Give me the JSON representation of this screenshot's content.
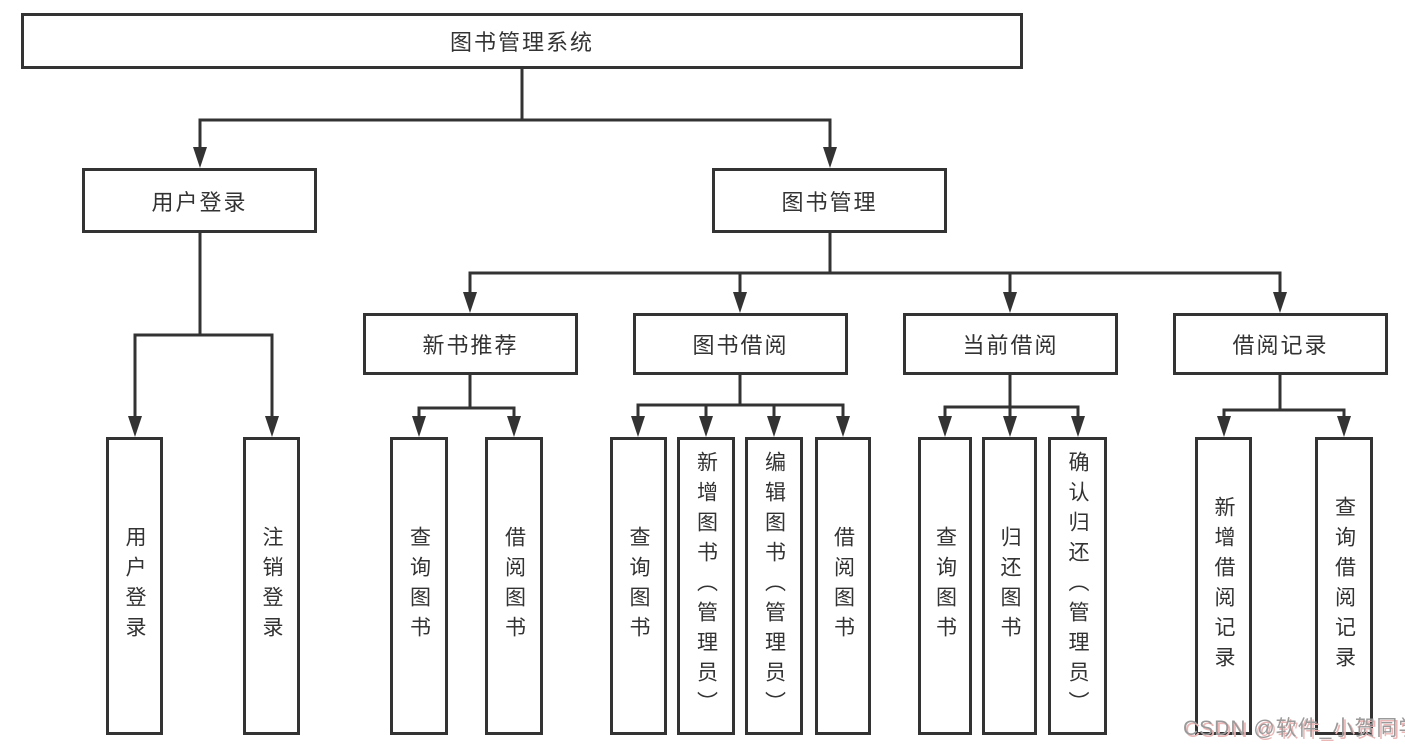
{
  "diagram": {
    "title": "图书管理系统",
    "type": "functional-structure-tree",
    "nodes": {
      "root": {
        "label": "图书管理系统"
      },
      "user_login": {
        "label": "用户登录"
      },
      "book_mgmt": {
        "label": "图书管理"
      },
      "new_book_rec": {
        "label": "新书推荐"
      },
      "book_borrow": {
        "label": "图书借阅"
      },
      "current_borrow": {
        "label": "当前借阅"
      },
      "borrow_records": {
        "label": "借阅记录"
      },
      "a1": {
        "label": "用户登录"
      },
      "a2": {
        "label": "注销登录"
      },
      "b1": {
        "label": "查询图书"
      },
      "b2": {
        "label": "借阅图书"
      },
      "c1": {
        "label": "查询图书"
      },
      "c2": {
        "label": "新增图书（管理员）"
      },
      "c3": {
        "label": "编辑图书（管理员）"
      },
      "c4": {
        "label": "借阅图书"
      },
      "d1": {
        "label": "查询图书"
      },
      "d2": {
        "label": "归还图书"
      },
      "d3": {
        "label": "确认归还（管理员）"
      },
      "e1": {
        "label": "新增借阅记录"
      },
      "e2": {
        "label": "查询借阅记录"
      }
    },
    "hierarchy": {
      "root": [
        "user_login",
        "book_mgmt"
      ],
      "user_login": [
        "a1",
        "a2"
      ],
      "book_mgmt": [
        "new_book_rec",
        "book_borrow",
        "current_borrow",
        "borrow_records"
      ],
      "new_book_rec": [
        "b1",
        "b2"
      ],
      "book_borrow": [
        "c1",
        "c2",
        "c3",
        "c4"
      ],
      "current_borrow": [
        "d1",
        "d2",
        "d3"
      ],
      "borrow_records": [
        "e1",
        "e2"
      ]
    }
  },
  "watermark": {
    "text": "CSDN @软件_小贺同学"
  },
  "colors": {
    "line": "#333333",
    "node_border": "#333333",
    "node_text": "#333333",
    "background": "#ffffff",
    "watermark_text": "#9a9a9a",
    "watermark_shadow": "#eab6b6"
  }
}
